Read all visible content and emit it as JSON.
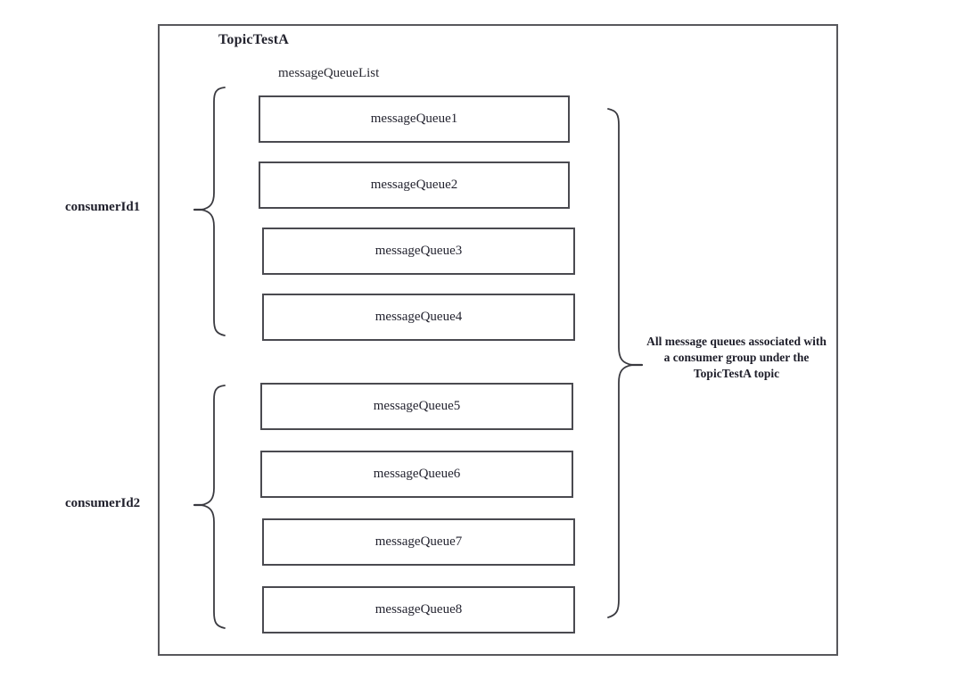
{
  "diagram": {
    "topic_title": "TopicTestA",
    "list_label": "messageQueueList",
    "annotation": "All message queues associated with a consumer group under the TopicTestA topic",
    "colors": {
      "frame_border": "#58585c",
      "box_border": "#4a4a50",
      "brace_stroke": "#3a3a40",
      "text": "#1e1e2a",
      "background": "#ffffff"
    },
    "consumers": [
      {
        "label": "consumerId1"
      },
      {
        "label": "consumerId2"
      }
    ],
    "queues": [
      {
        "label": "messageQueue1"
      },
      {
        "label": "messageQueue2"
      },
      {
        "label": "messageQueue3"
      },
      {
        "label": "messageQueue4"
      },
      {
        "label": "messageQueue5"
      },
      {
        "label": "messageQueue6"
      },
      {
        "label": "messageQueue7"
      },
      {
        "label": "messageQueue8"
      }
    ]
  }
}
